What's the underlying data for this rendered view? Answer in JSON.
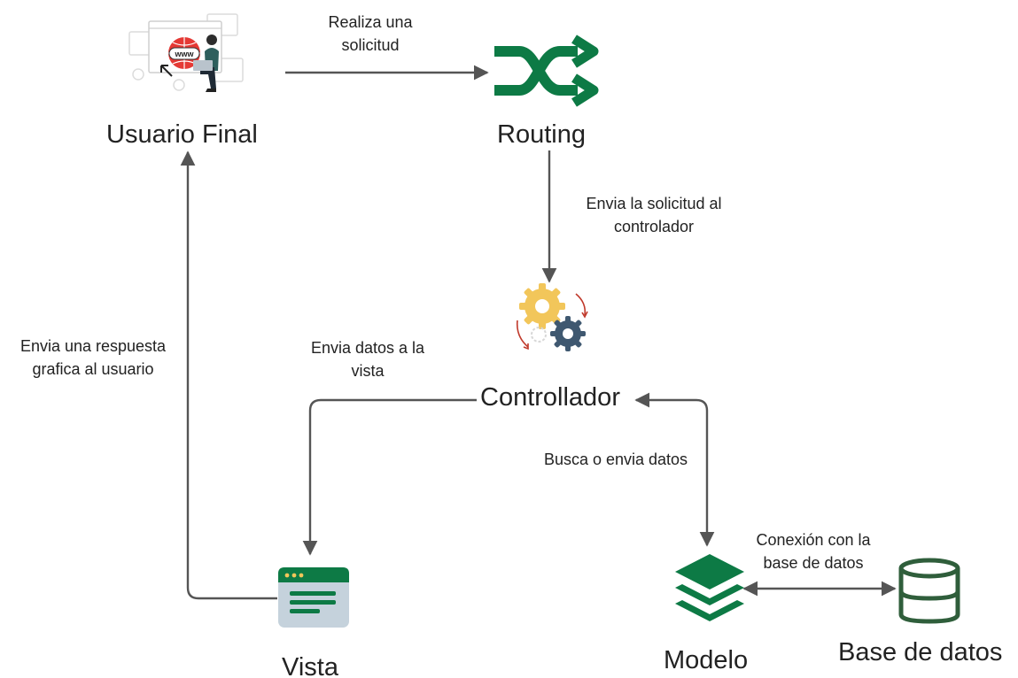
{
  "nodes": {
    "usuario_final": "Usuario Final",
    "routing": "Routing",
    "controlador": "Controllador",
    "vista": "Vista",
    "modelo": "Modelo",
    "base_datos": "Base de datos"
  },
  "edges": {
    "solicitud": [
      "Realiza una",
      "solicitud"
    ],
    "envia_controlador": [
      "Envia la solicitud al",
      "controlador"
    ],
    "envia_vista": [
      "Envia datos a la",
      "vista"
    ],
    "respuesta": [
      "Envia una respuesta",
      "grafica al usuario"
    ],
    "busca_datos": [
      "Busca o envia datos"
    ],
    "conexion": [
      "Conexión con la",
      "base de datos"
    ]
  },
  "illustration": {
    "www_badge": "www"
  },
  "colors": {
    "accent_green": "#0d7a45",
    "dark_green": "#2f5e3b",
    "gear_yellow": "#f2c65a",
    "gear_blue": "#3f5870",
    "arrow": "#555555"
  },
  "icons": {
    "usuario_final": "person-with-laptop-illustration",
    "routing": "shuffle-icon",
    "controlador": "gears-icon",
    "vista": "browser-window-icon",
    "modelo": "layers-icon",
    "base_datos": "database-icon"
  }
}
